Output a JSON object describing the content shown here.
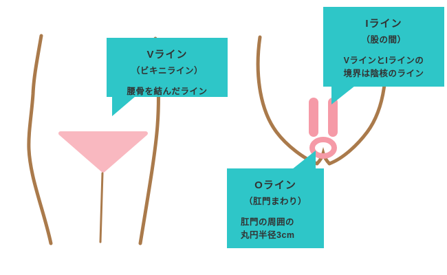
{
  "colors": {
    "teal": "#2ec6c8",
    "text": "#323232",
    "outline": "#aa7a4b",
    "pink_light": "#f9b8c0",
    "pink_deep": "#f59aa7"
  },
  "callouts": {
    "v": {
      "title": "Vライン",
      "subtitle": "（ビキニライン）",
      "body": "腰骨を結んだライン"
    },
    "i": {
      "title": "Iライン",
      "subtitle": "（股の間）",
      "body_line1": "VラインとIラインの",
      "body_line2": "境界は陰核のライン"
    },
    "o": {
      "title": "Oライン",
      "subtitle": "（肛門まわり）",
      "body_line1": "肛門の周囲の",
      "body_line2": "丸円半径3cm"
    }
  }
}
